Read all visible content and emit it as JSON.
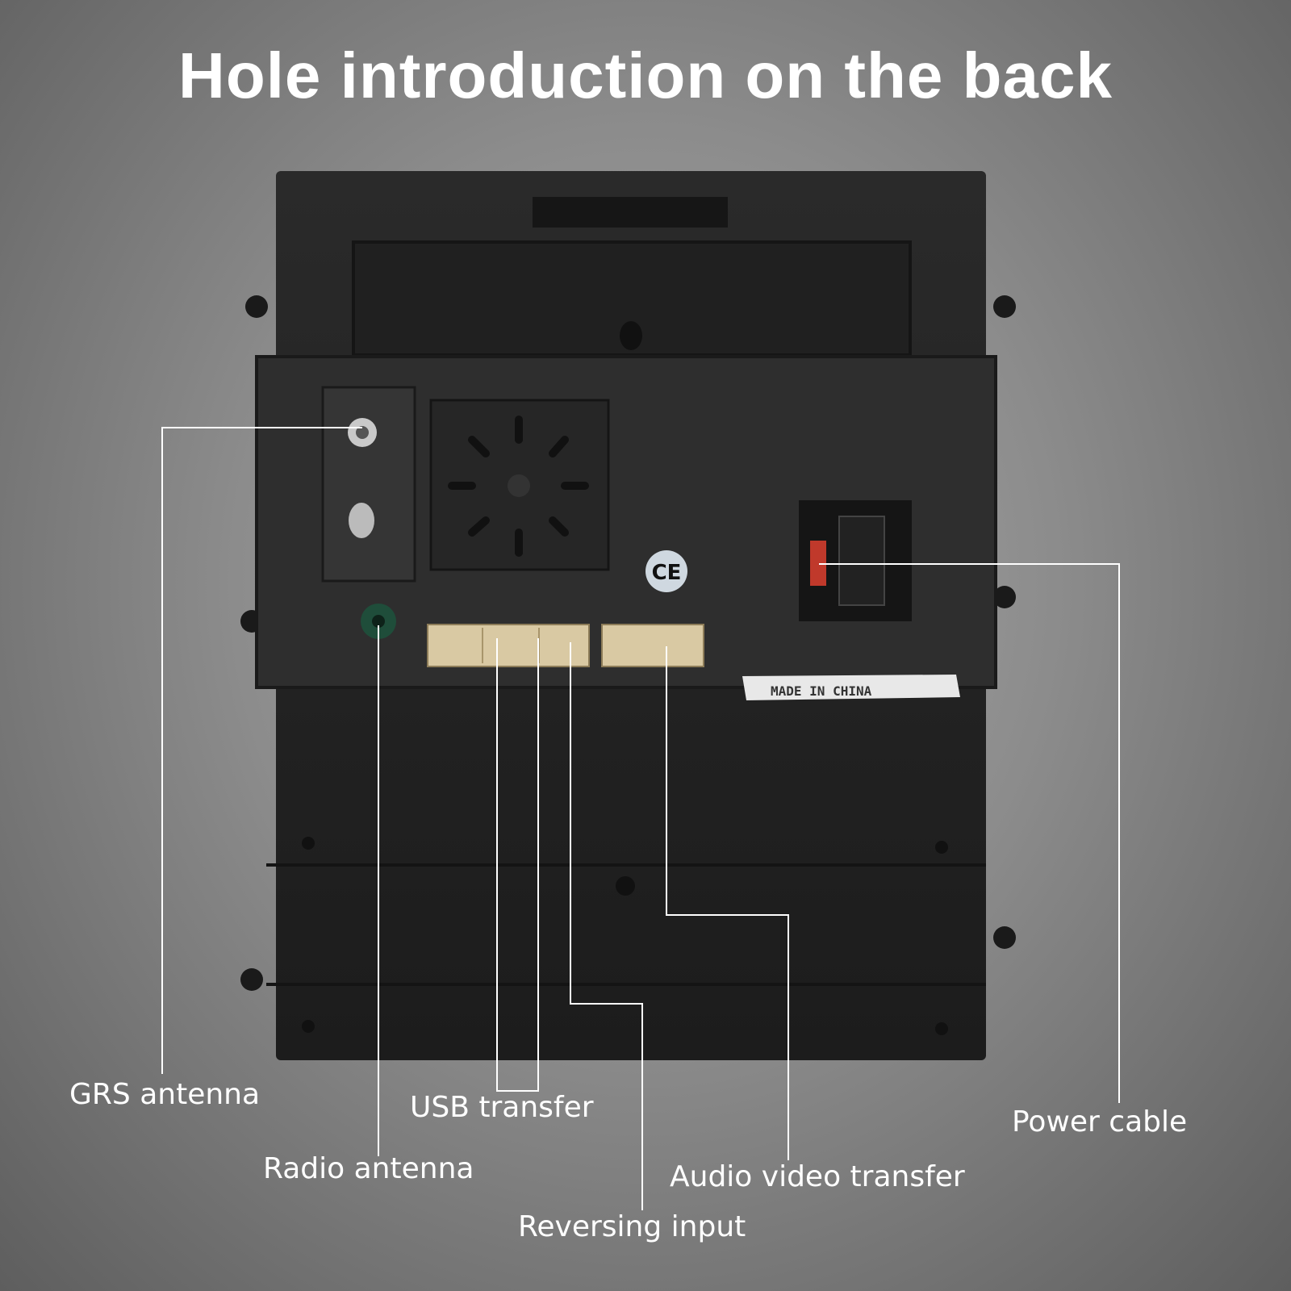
{
  "title": "Hole introduction on the back",
  "sticker": {
    "line1": "MADE IN CHINA"
  },
  "ce_mark": "CE",
  "labels": {
    "grs": "GRS antenna",
    "radio": "Radio antenna",
    "usb": "USB transfer",
    "reversing": "Reversing input",
    "audio_video": "Audio video transfer",
    "power": "Power cable"
  },
  "colors": {
    "leader_line": "#ffffff",
    "connector": "#d9c9a3",
    "device": "#232323",
    "fuse": "#c0392b"
  }
}
